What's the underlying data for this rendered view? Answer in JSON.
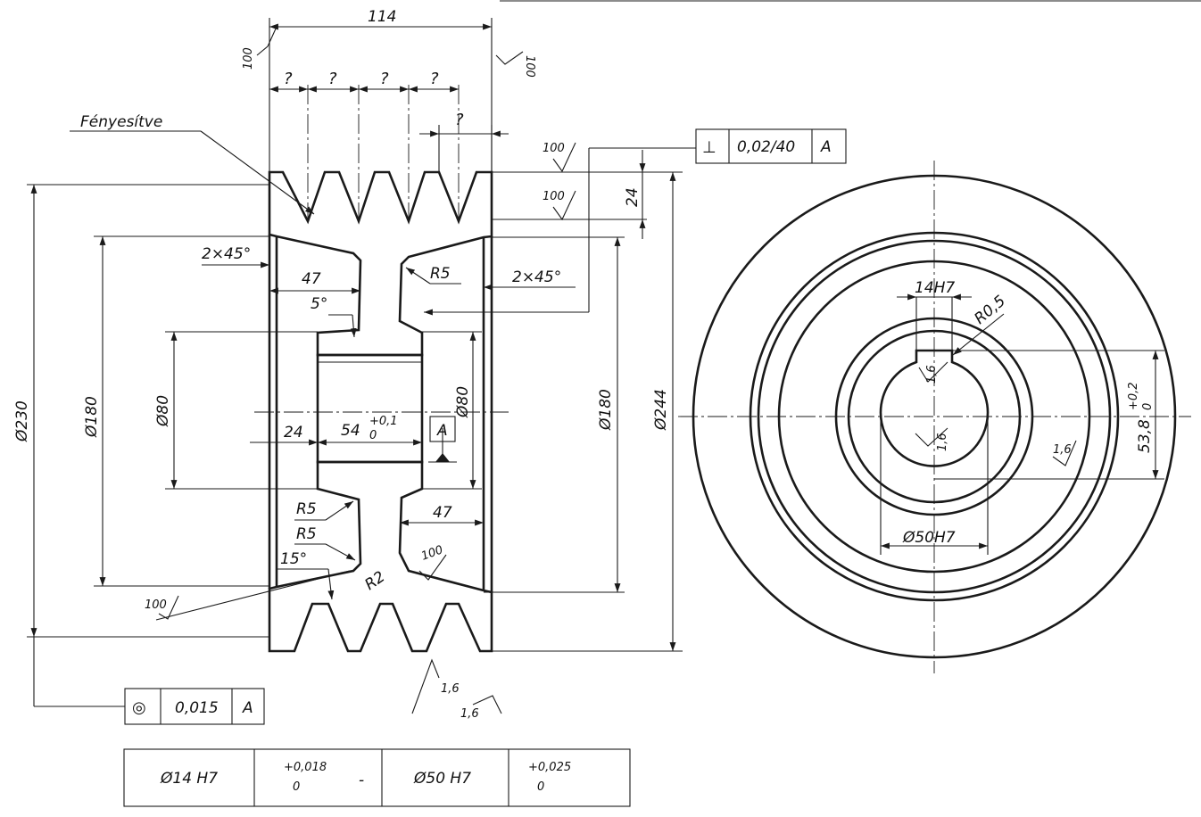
{
  "dimensions": {
    "width_114": "114",
    "groove_q1": "?",
    "groove_q2": "?",
    "groove_q3": "?",
    "groove_q4": "?",
    "groove_q5": "?",
    "dia_230": "Ø230",
    "dia_180_left": "Ø180",
    "dia_80_left": "Ø80",
    "dia_80_right": "Ø80",
    "dia_180_right": "Ø180",
    "dia_244": "Ø244",
    "chamfer_left": "2×45°",
    "chamfer_right": "2×45°",
    "len_47_top": "47",
    "len_47_bottom": "47",
    "angle_5": "5°",
    "angle_15": "15°",
    "radius_r5_top": "R5",
    "radius_r5_a": "R5",
    "radius_r5_b": "R5",
    "radius_r2": "R2",
    "len_24_hub": "24",
    "len_24_groove": "24",
    "hub_54": "54",
    "hub_54_tol": "+0,1",
    "hub_54_tol_low": "0",
    "keyway_width": "14H7",
    "keyway_radius": "R0,5",
    "keyway_depth": "53,8",
    "keyway_depth_tol": "+0,2",
    "keyway_depth_tol_low": "0",
    "bore": "Ø50H7"
  },
  "surface": {
    "polished": "Fényesítve",
    "r100_top_left": "100",
    "r100_top_right": "100",
    "r100_a": "100",
    "r100_b": "100",
    "r100_bottom_left": "100",
    "r100_mid": "100",
    "r16_a": "1,6",
    "r16_b": "1,6",
    "r16_key": "1,6",
    "r16_bore": "1,6",
    "r16_face": "1,6"
  },
  "datum": {
    "label": "A"
  },
  "tolerances": {
    "perpendicularity": {
      "symbol": "⊥",
      "value": "0,02/40",
      "datum": "A"
    },
    "concentricity": {
      "symbol": "◎",
      "value": "0,015",
      "datum": "A"
    }
  },
  "fit_table": {
    "col1": "Ø14 H7",
    "col2_upper": "+0,018",
    "col2_lower": "0",
    "col2_dash": "-",
    "col3": "Ø50 H7",
    "col4_upper": "+0,025",
    "col4_lower": "0"
  }
}
